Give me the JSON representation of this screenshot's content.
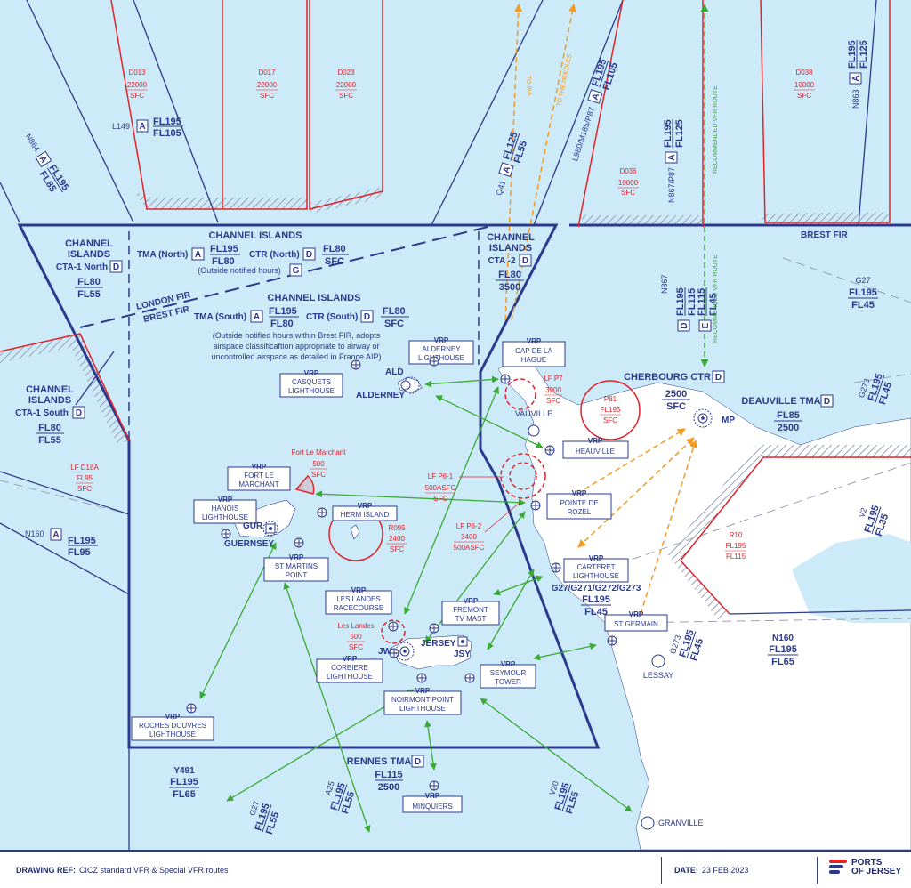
{
  "colors": {
    "sea": "#cdeaf8",
    "land": "#ffffff",
    "boundary": "#2b3a8c",
    "restricted": "#e0242c",
    "route": "#3aaa35",
    "orange": "#f39a24",
    "hatch": "#9aa0b5"
  },
  "danger_areas": {
    "d013": {
      "name": "D013",
      "upper": "22000",
      "lower": "SFC"
    },
    "d017": {
      "name": "D017",
      "upper": "22000",
      "lower": "SFC"
    },
    "d023": {
      "name": "D023",
      "upper": "22000",
      "lower": "SFC"
    },
    "d036": {
      "name": "D036",
      "upper": "10000",
      "lower": "SFC"
    },
    "d038": {
      "name": "D038",
      "upper": "10000",
      "lower": "SFC"
    },
    "lfd18a": {
      "name": "LF D18A",
      "upper": "FL95",
      "lower": "SFC"
    },
    "lfp7": {
      "name": "LF P7",
      "upper": "3900",
      "lower": "SFC"
    },
    "p81": {
      "name": "P81",
      "upper": "FL195",
      "lower": "SFC"
    },
    "lfp61": {
      "name": "LF P6-1",
      "upper": "500ASFC",
      "lower": "SFC"
    },
    "lfp62": {
      "name": "LF P6-2",
      "upper": "3400",
      "lower": "500ASFC"
    },
    "r095": {
      "name": "R095",
      "upper": "2400",
      "lower": "SFC"
    },
    "fortlm": {
      "name": "Fort Le Marchant",
      "upper": "500",
      "lower": "SFC"
    },
    "leslandes": {
      "name": "Les Landes",
      "upper": "500",
      "lower": "SFC"
    },
    "r10": {
      "name": "R10",
      "upper": "FL195",
      "lower": "FL115"
    }
  },
  "airways": {
    "l149": {
      "name": "L149",
      "cls": "A",
      "upper": "FL195",
      "lower": "FL105"
    },
    "n864": {
      "name": "N864",
      "cls": "A",
      "upper": "FL195",
      "lower": "FL85"
    },
    "q41": {
      "name": "Q41",
      "cls": "A",
      "upper": "FL125",
      "lower": "FL55"
    },
    "l980": {
      "name": "L980/M185/P87",
      "cls": "A",
      "upper": "FL195",
      "lower": "FL105"
    },
    "n867p87": {
      "name": "N867/P87",
      "cls": "A",
      "upper": "FL195",
      "lower": "FL125"
    },
    "n863": {
      "name": "N863",
      "cls": "A",
      "upper": "FL195",
      "lower": "FL125"
    },
    "n867": {
      "name": "N867",
      "cls1": "D",
      "u1": "FL195",
      "l1": "FL115",
      "cls2": "E",
      "u2": "FL115",
      "l2": "FL45"
    },
    "g27e": {
      "name": "G27",
      "upper": "FL195",
      "lower": "FL45"
    },
    "g273e": {
      "name": "G273",
      "upper": "FL195",
      "lower": "FL45"
    },
    "v2": {
      "name": "V2",
      "upper": "FL195",
      "lower": "FL35"
    },
    "n160w": {
      "name": "N160",
      "cls": "A",
      "upper": "FL195",
      "lower": "FL95"
    },
    "g27s": {
      "name": "G27/G271/G272/G273",
      "upper": "FL195",
      "lower": "FL45"
    },
    "g273s": {
      "name": "G273",
      "upper": "FL195",
      "lower": "FL45"
    },
    "n160e": {
      "name": "N160",
      "upper": "FL195",
      "lower": "FL65"
    },
    "y491": {
      "name": "Y491",
      "upper": "FL195",
      "lower": "FL65"
    },
    "g27sw": {
      "name": "G27",
      "upper": "FL195",
      "lower": "FL55"
    },
    "a25": {
      "name": "A25",
      "upper": "FL195",
      "lower": "FL55"
    },
    "v20": {
      "name": "V20",
      "upper": "FL195",
      "lower": "FL55"
    }
  },
  "airspace": {
    "cta1n": {
      "t1": "CHANNEL",
      "t2": "ISLANDS",
      "name": "CTA-1 North",
      "cls": "D",
      "upper": "FL80",
      "lower": "FL55"
    },
    "cta1s": {
      "t1": "CHANNEL",
      "t2": "ISLANDS",
      "name": "CTA-1 South",
      "cls": "D",
      "upper": "FL80",
      "lower": "FL55"
    },
    "cta2": {
      "t1": "CHANNEL",
      "t2": "ISLANDS",
      "name": "CTA -2",
      "cls": "D",
      "upper": "FL80",
      "lower": "3500"
    },
    "north": {
      "title": "CHANNEL ISLANDS",
      "tma": "TMA (North)",
      "tma_cls": "A",
      "tma_u": "FL195",
      "tma_l": "FL80",
      "ctr": "CTR (North)",
      "ctr_cls": "D",
      "ctr_u": "FL80",
      "ctr_l": "SFC",
      "note": "(Outside notified hours)",
      "note_cls": "G"
    },
    "south": {
      "title": "CHANNEL ISLANDS",
      "tma": "TMA (South)",
      "tma_cls": "A",
      "tma_u": "FL195",
      "tma_l": "FL80",
      "ctr": "CTR (South)",
      "ctr_cls": "D",
      "ctr_u": "FL80",
      "ctr_l": "SFC",
      "note1": "(Outside notified hours within Brest FIR, adopts",
      "note2": "airspace classificaftion appropriate to airway or",
      "note3": "uncontrolled airspace as detailed in France AIP)"
    },
    "cherbourg": {
      "name": "CHERBOURG CTR",
      "cls": "D",
      "upper": "2500",
      "lower": "SFC"
    },
    "deauville": {
      "name": "DEAUVILLE TMA",
      "cls": "D",
      "upper": "FL85",
      "lower": "2500"
    },
    "rennes": {
      "name": "RENNES TMA",
      "cls": "D",
      "upper": "FL115",
      "lower": "2500"
    }
  },
  "fir": {
    "london": "LONDON FIR",
    "brest1": "BREST FIR",
    "brest2": "BREST FIR"
  },
  "routes": {
    "to_bia": "TO BIA",
    "to_needles": "TO THE NEEDLES",
    "rec1": "RECOMMENDED VFR ROUTE",
    "rec2": "RECOMMENDED VFR ROUTE"
  },
  "vrp_tag": "VRP",
  "vrps": {
    "alderney_lh": {
      "l1": "ALDERNEY",
      "l2": "LIGHTHOUSE"
    },
    "casquets": {
      "l1": "CASQUETS",
      "l2": "LIGHTHOUSE"
    },
    "cap_hague": {
      "l1": "CAP DE LA",
      "l2": "HAGUE"
    },
    "heauville": {
      "l1": "HEAUVILLE"
    },
    "rozel": {
      "l1": "POINTE DE",
      "l2": "ROZEL"
    },
    "fort_lm": {
      "l1": "FORT LE",
      "l2": "MARCHANT"
    },
    "hanois": {
      "l1": "HANOIS",
      "l2": "LIGHTHOUSE"
    },
    "herm": {
      "l1": "HERM ISLAND"
    },
    "st_martins": {
      "l1": "ST MARTINS",
      "l2": "POINT"
    },
    "les_landes": {
      "l1": "LES LANDES",
      "l2": "RACECOURSE"
    },
    "fremont": {
      "l1": "FREMONT",
      "l2": "TV MAST"
    },
    "carteret": {
      "l1": "CARTERET",
      "l2": "LIGHTHOUSE"
    },
    "st_germain": {
      "l1": "ST GERMAIN"
    },
    "corbiere": {
      "l1": "CORBIERE",
      "l2": "LIGHTHOUSE"
    },
    "seymour": {
      "l1": "SEYMOUR",
      "l2": "TOWER"
    },
    "noirmont": {
      "l1": "NOIRMONT POINT",
      "l2": "LIGHTHOUSE"
    },
    "roches": {
      "l1": "ROCHES DOUVRES",
      "l2": "LIGHTHOUSE"
    },
    "minquiers": {
      "l1": "MINQUIERS"
    }
  },
  "places": {
    "ald": "ALD",
    "alderney": "ALDERNEY",
    "gur": "GUR",
    "guernsey": "GUERNSEY",
    "jersey": "JERSEY",
    "jw": "JW",
    "jsy": "JSY",
    "mp": "MP",
    "vauville": "VAUVILLE",
    "lessay": "LESSAY",
    "granville": "GRANVILLE"
  },
  "footer": {
    "drawing_label": "DRAWING REF:",
    "drawing_value": "CICZ standard VFR & Special VFR routes",
    "date_label": "DATE:",
    "date_value": "23 FEB 2023",
    "logo_line1": "PORTS",
    "logo_line2": "OF JERSEY"
  }
}
